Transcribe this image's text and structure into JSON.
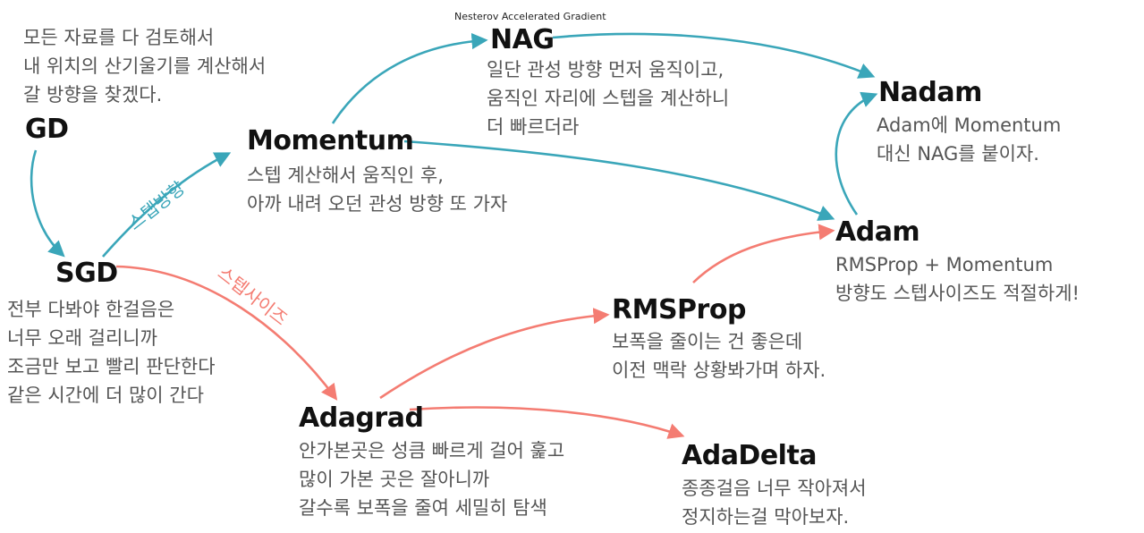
{
  "nodes": {
    "gd": {
      "title": "GD",
      "desc": [
        "모든 자료를 다 검토해서",
        "내 위치의 산기울기를 계산해서",
        "갈 방향을 찾겠다."
      ]
    },
    "sgd": {
      "title": "SGD",
      "desc": [
        "전부 다봐야 한걸음은",
        "너무 오래 걸리니까",
        "조금만 보고 빨리 판단한다",
        "같은 시간에 더 많이 간다"
      ]
    },
    "momentum": {
      "title": "Momentum",
      "desc": [
        "스텝 계산해서 움직인 후,",
        "아까 내려 오던 관성 방향 또 가자"
      ]
    },
    "nag": {
      "title": "NAG",
      "subtitle": "Nesterov Accelerated Gradient",
      "desc": [
        "일단 관성 방향 먼저 움직이고,",
        "움직인 자리에 스텝을 계산하니",
        "더 빠르더라"
      ]
    },
    "nadam": {
      "title": "Nadam",
      "desc": [
        "Adam에 Momentum",
        "대신 NAG를 붙이자."
      ]
    },
    "adam": {
      "title": "Adam",
      "desc": [
        "RMSProp + Momentum",
        "방향도 스텝사이즈도 적절하게!"
      ]
    },
    "rmsprop": {
      "title": "RMSProp",
      "desc": [
        "보폭을 줄이는 건 좋은데",
        "이전 맥락 상황봐가며 하자."
      ]
    },
    "adagrad": {
      "title": "Adagrad",
      "desc": [
        "안가본곳은 성큼 빠르게 걸어 훑고",
        "많이 가본 곳은 잘아니까",
        "갈수록 보폭을 줄여 세밀히 탐색"
      ]
    },
    "adadelta": {
      "title": "AdaDelta",
      "desc": [
        "종종걸음 너무 작아져서",
        "정지하는걸 막아보자."
      ]
    }
  },
  "edge_labels": {
    "direction": "스텝방향",
    "stepsize": "스텝사이즈"
  },
  "colors": {
    "direction": "#3aa6b9",
    "stepsize": "#f47c72",
    "title": "#111111",
    "text": "#555555"
  },
  "edges": [
    {
      "from": "GD",
      "to": "SGD",
      "type": "direction"
    },
    {
      "from": "SGD",
      "to": "Momentum",
      "type": "direction"
    },
    {
      "from": "Momentum",
      "to": "NAG",
      "type": "direction"
    },
    {
      "from": "NAG",
      "to": "Nadam",
      "type": "direction"
    },
    {
      "from": "Momentum",
      "to": "Adam",
      "type": "direction"
    },
    {
      "from": "Adam",
      "to": "Nadam",
      "type": "direction"
    },
    {
      "from": "SGD",
      "to": "Adagrad",
      "type": "stepsize"
    },
    {
      "from": "Adagrad",
      "to": "RMSProp",
      "type": "stepsize"
    },
    {
      "from": "RMSProp",
      "to": "Adam",
      "type": "stepsize"
    },
    {
      "from": "Adagrad",
      "to": "AdaDelta",
      "type": "stepsize"
    }
  ]
}
